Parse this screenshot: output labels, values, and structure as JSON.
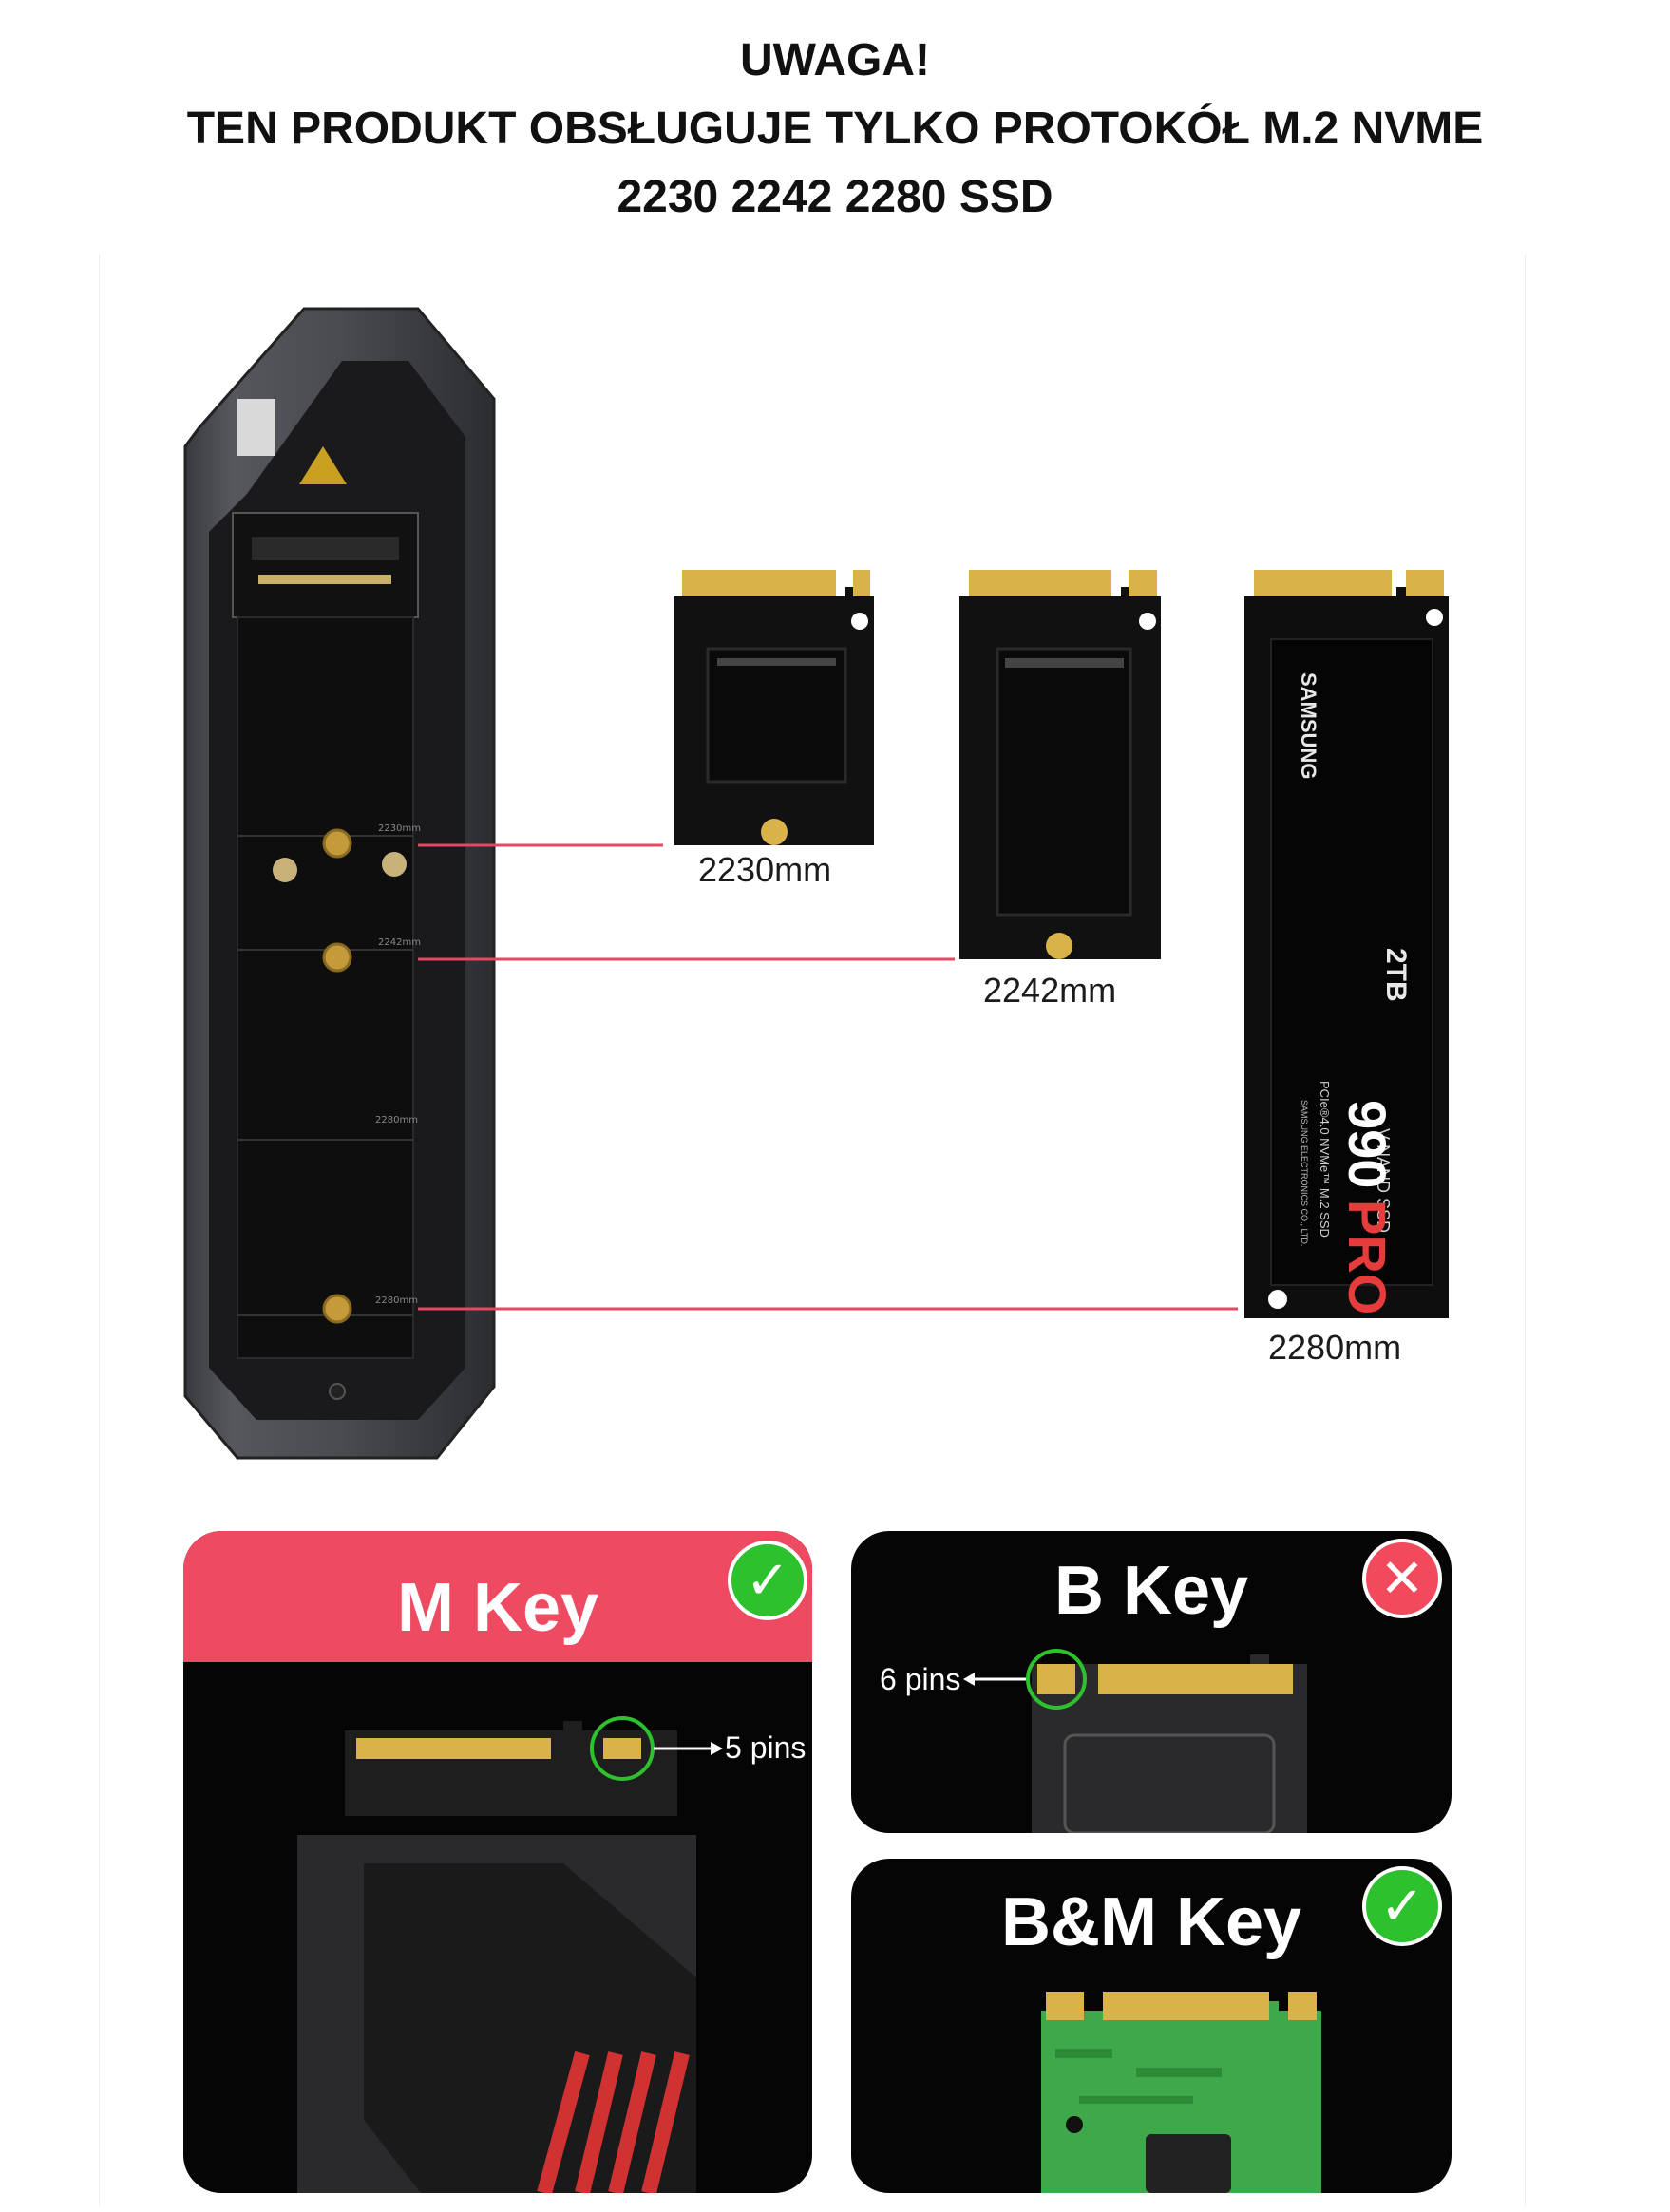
{
  "heading": {
    "line1": "UWAGA!",
    "line2": "TEN PRODUKT OBSŁUGUJE TYLKO PROTOKÓŁ M.2 NVME",
    "line3": "2230 2242 2280 SSD"
  },
  "enclosure": {
    "marks": [
      "2230mm",
      "2242mm",
      "2280mm",
      "2280mm"
    ]
  },
  "ssds": [
    {
      "label": "2230mm"
    },
    {
      "label": "2242mm"
    },
    {
      "label": "2280mm",
      "brand": "SAMSUNG",
      "capacity": "2TB",
      "line_a": "V-NAND SSD",
      "model_num": "990",
      "model_pro": "PRO",
      "interface": "PCIe®4.0 NVMe™ M.2 SSD",
      "maker": "SAMSUNG ELECTRONICS CO., LTD."
    }
  ],
  "keys": {
    "m_key": {
      "title": "M Key",
      "pins": "5 pins",
      "status_icon": "check-icon"
    },
    "b_key": {
      "title": "B Key",
      "pins": "6 pins",
      "status_icon": "cross-icon"
    },
    "bm_key": {
      "title": "B&M Key",
      "status_icon": "check-icon"
    }
  },
  "colors": {
    "accent_red": "#ee4b62",
    "ok_green": "#2ec12e",
    "no_red": "#f04a5c",
    "gold_pins": "#d9b24a",
    "guide_line": "#e04b63"
  }
}
